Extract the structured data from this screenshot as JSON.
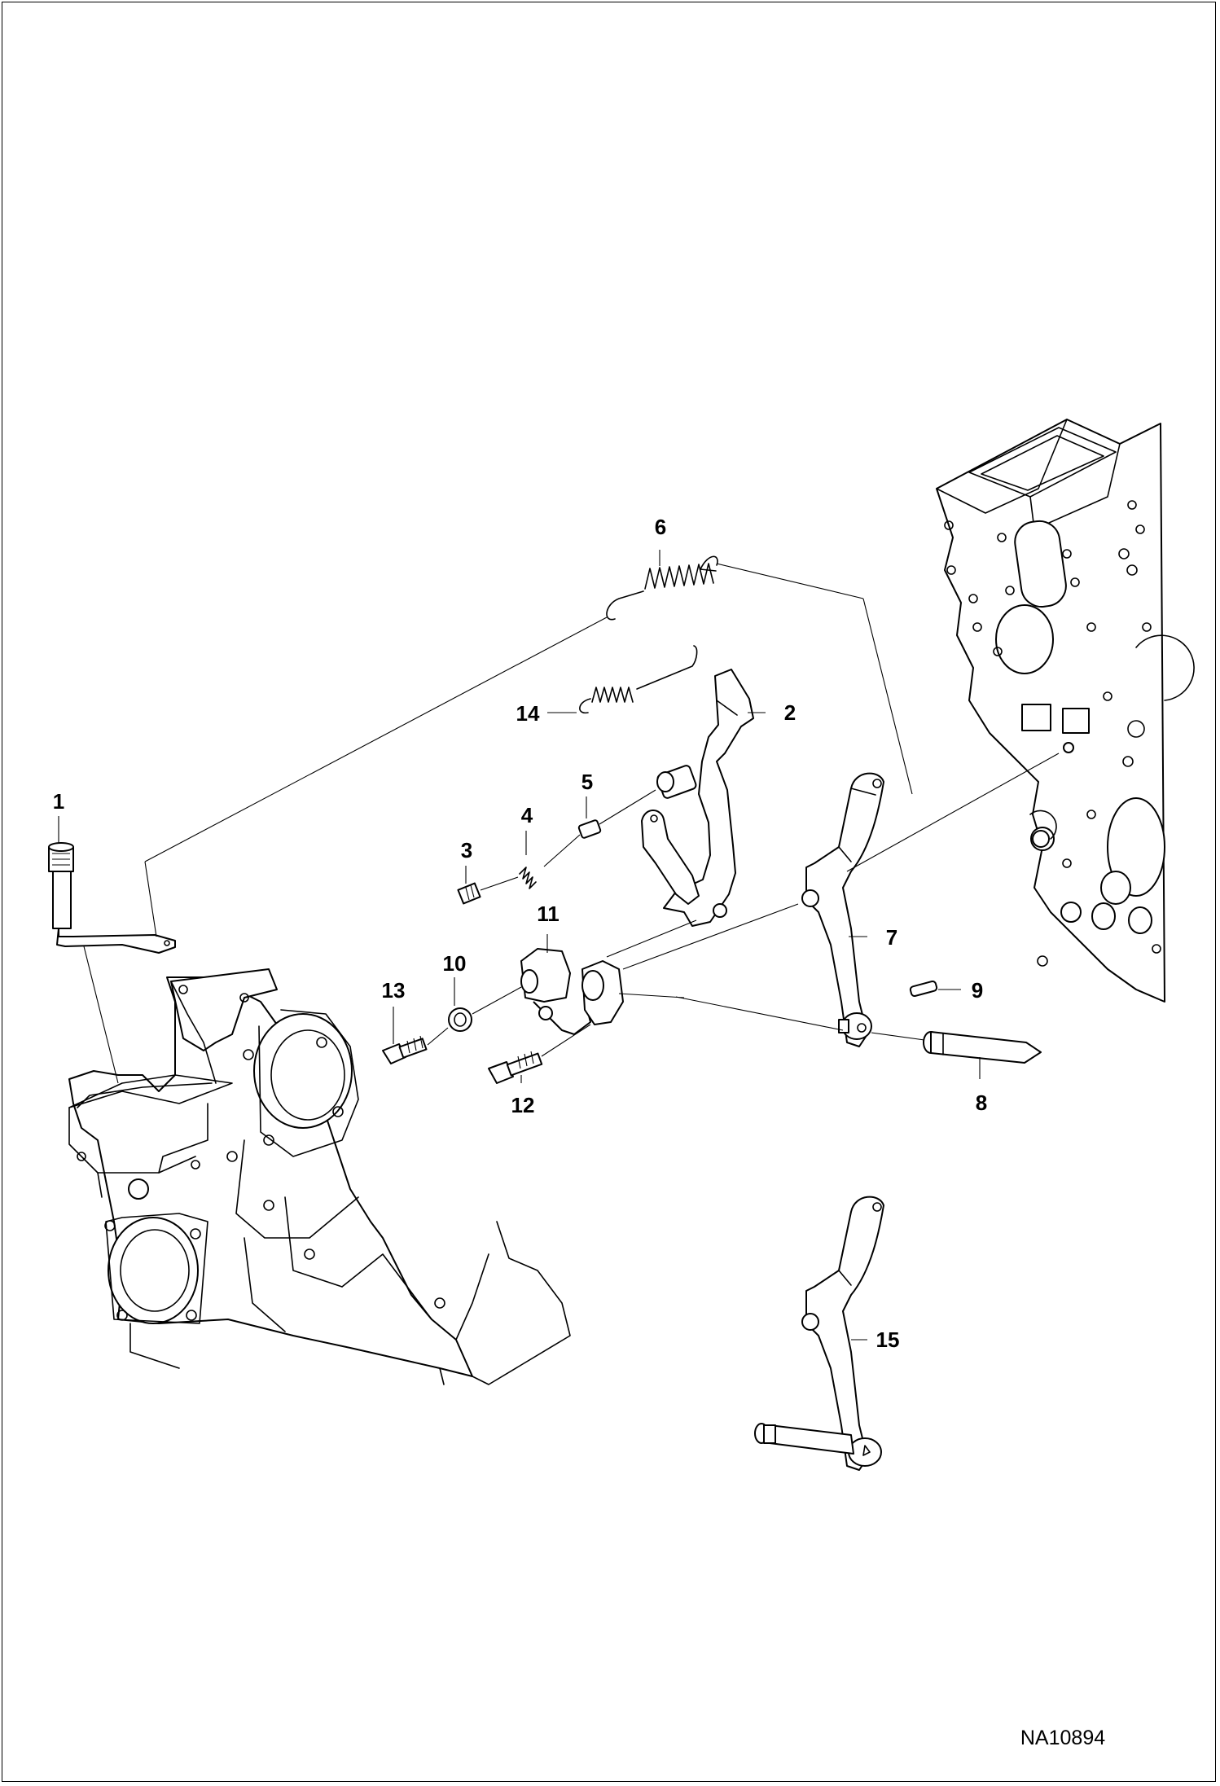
{
  "callouts": [
    {
      "id": "1",
      "text": "1"
    },
    {
      "id": "2",
      "text": "2"
    },
    {
      "id": "3",
      "text": "3"
    },
    {
      "id": "4",
      "text": "4"
    },
    {
      "id": "5",
      "text": "5"
    },
    {
      "id": "6",
      "text": "6"
    },
    {
      "id": "7",
      "text": "7"
    },
    {
      "id": "8",
      "text": "8"
    },
    {
      "id": "9",
      "text": "9"
    },
    {
      "id": "10",
      "text": "10"
    },
    {
      "id": "11",
      "text": "11"
    },
    {
      "id": "12",
      "text": "12"
    },
    {
      "id": "13",
      "text": "13"
    },
    {
      "id": "14",
      "text": "14"
    },
    {
      "id": "15",
      "text": "15"
    }
  ],
  "figure_ref": "NA10894",
  "colors": {
    "line": "#000000",
    "background": "#ffffff",
    "shading": "#dcdcdc"
  }
}
